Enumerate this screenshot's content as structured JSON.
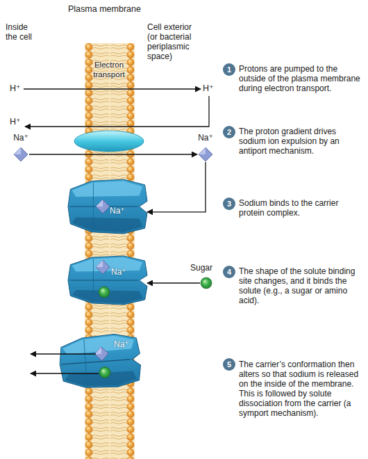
{
  "diagram": {
    "nodes": [
      {
        "text": [
          "1"
        ]
      },
      {
        "text": [
          "Na⁺"
        ]
      },
      {
        "text": [
          "Na⁺"
        ]
      },
      {
        "text": [
          "2"
        ]
      },
      {
        "text": [
          "Na⁺"
        ]
      },
      {
        "text": [
          "3"
        ]
      },
      {
        "text": [
          "Na⁺"
        ]
      },
      {
        "text": [
          "Sugar"
        ]
      },
      {
        "text": [
          "4"
        ]
      },
      {
        "text": [
          "Na⁺"
        ]
      },
      {
        "text": [
          "5"
        ]
      }
    ],
    "edges": [
      {
        "from": 1,
        "to": 2,
        "arrow": "to"
      },
      {
        "from": 2,
        "to": 4,
        "arrow": "to"
      },
      {
        "from": 7,
        "to": 6,
        "arrow": "to"
      }
    ],
    "labels": [
      "Plasma membrane",
      "Inside the cell",
      "Cell exterior (or bacterial periplasmic space)",
      "Electron transport",
      "H⁺",
      "H⁺",
      "H⁺",
      "Protons are pumped to the outside of the plasma membrane during electron transport.",
      "The proton gradient drives sodium ion expulsion by an antiport mechanism.",
      "Sodium binds to the carrier protein complex.",
      "The shape of the solute binding site changes, and it binds the solute (e.g., a sugar or amino acid).",
      "The carrier’s conformation then alters so that sodium is released on the inside of the membrane. This is followed by solute dissociation from the carrier (a symport mechanism)."
    ]
  }
}
